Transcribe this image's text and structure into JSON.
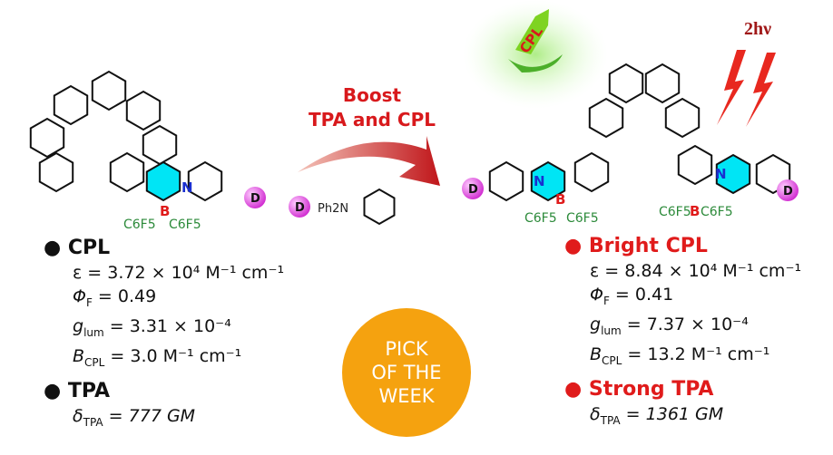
{
  "arrow_text": {
    "line1": "Boost",
    "line2": "TPA and CPL"
  },
  "donor": {
    "badge": "D",
    "group": "Ph2N"
  },
  "cpl_arrow_label": "CPL",
  "photon_label": "2hν",
  "atoms": {
    "boron": "B",
    "nitrogen": "N",
    "substituent": "C6F5",
    "donor": "D"
  },
  "left": {
    "heading": "CPL",
    "epsilon": "ε = 3.72 × 10⁴ M⁻¹ cm⁻¹",
    "phi": "0.49",
    "glum": "3.31 × 10⁻⁴",
    "bcpl": "3.0 M⁻¹ cm⁻¹",
    "tpa_heading": "TPA",
    "delta": "777 GM"
  },
  "right": {
    "heading": "Bright CPL",
    "epsilon": "ε = 8.84 × 10⁴ M⁻¹ cm⁻¹",
    "phi": "0.41",
    "glum": "7.37 × 10⁻⁴",
    "bcpl": "13.2 M⁻¹ cm⁻¹",
    "tpa_heading": "Strong TPA",
    "delta": "1361 GM"
  },
  "badge": {
    "line1": "PICK",
    "line2": "OF THE",
    "line3": "WEEK"
  },
  "colors": {
    "red": "#e01b1b",
    "cyan": "#00e5f5",
    "boron": "#e01b1b",
    "nitrogen": "#1a2fd0",
    "green": "#2c8a3a",
    "magenta": "#e040e0",
    "badge": "#f5a20f"
  }
}
